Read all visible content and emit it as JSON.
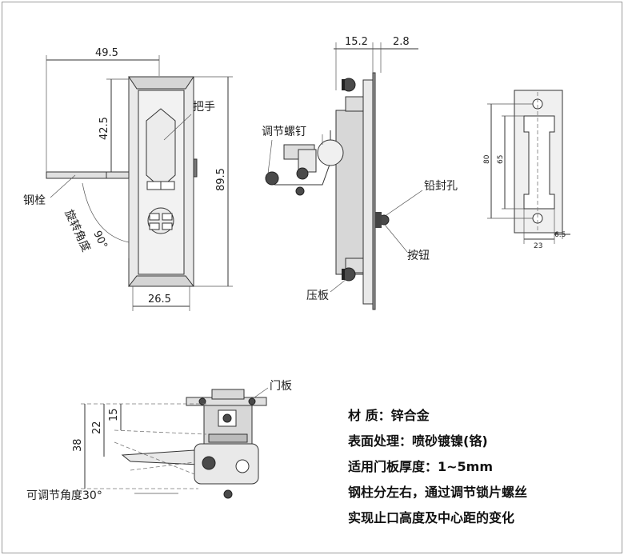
{
  "front_view": {
    "width_top": "49.5",
    "handle_height": "42.5",
    "height_total": "89.5",
    "width_bottom": "26.5",
    "angle": "90°",
    "label_handle": "把手",
    "label_bolt": "钢栓",
    "label_rotation": "旋转角度"
  },
  "side_view": {
    "dim_a": "15.2",
    "dim_b": "2.8",
    "label_screw": "调节螺钉",
    "label_seal": "铅封孔",
    "label_button": "按钮",
    "label_plate": "压板"
  },
  "cutout_view": {
    "dim_80": "80",
    "dim_65": "65",
    "dim_23": "23",
    "dim_65b": "6.5"
  },
  "lower_view": {
    "label_door": "门板",
    "dim_15": "15",
    "dim_22": "22",
    "dim_38": "38",
    "label_adjust": "可调节角度30°"
  },
  "specs": [
    "材      质：锌合金",
    "表面处理：喷砂镀镍(铬)",
    "适用门板厚度：1~5mm",
    "钢柱分左右，通过调节锁片螺丝",
    "实现止口高度及中心距的变化"
  ],
  "colors": {
    "line": "#333333",
    "fill": "#e9e9e9",
    "border": "#9a9a9a"
  }
}
